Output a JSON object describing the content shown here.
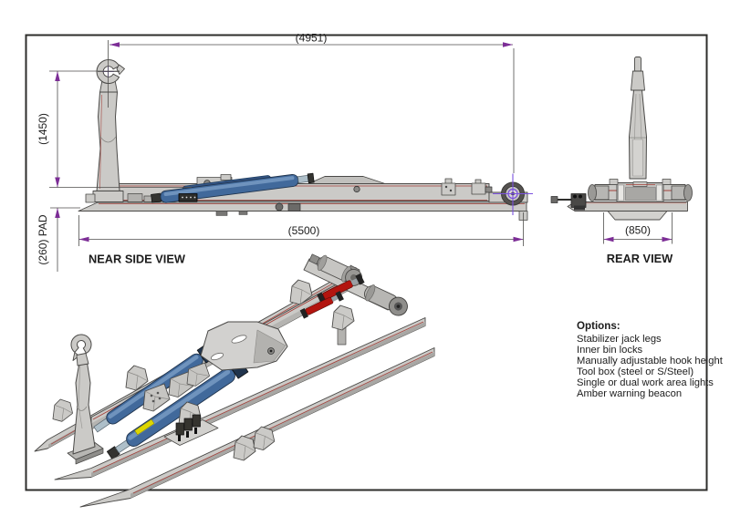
{
  "drawing": {
    "views": {
      "near_side": {
        "label": "NEAR SIDE VIEW"
      },
      "rear": {
        "label": "REAR VIEW"
      }
    },
    "dimensions": {
      "hook_to_roller": "(4951)",
      "overall_length": "(5500)",
      "hook_height": "(1450)",
      "pad": "(260) PAD",
      "rear_width": "(850)"
    },
    "options": {
      "title": "Options:",
      "items": [
        "Stabilizer jack legs",
        "Inner bin locks",
        "Manually adjustable hook height",
        "Tool box (steel or S/Steel)",
        "Single or dual work area lights",
        "Amber warning beacon"
      ]
    },
    "colors": {
      "body": "#cbcac7",
      "body_light": "#dcdbd8",
      "body_shade": "#b3b2af",
      "body_dark": "#989794",
      "outline": "#4a4947",
      "cyl_blue": "#41699b",
      "cyl_blue_dark": "#20344d",
      "rod_silver": "#aebfc9",
      "accent_red": "#a3403a",
      "bright_red": "#b3150f",
      "dim_line": "#4f4e4c",
      "dim_arrow": "#7c2d96",
      "crosshair": "#7b51e0",
      "label_yellow": "#ddd600",
      "text": "#1c1c1c",
      "frame": "#2e2d2b"
    }
  }
}
